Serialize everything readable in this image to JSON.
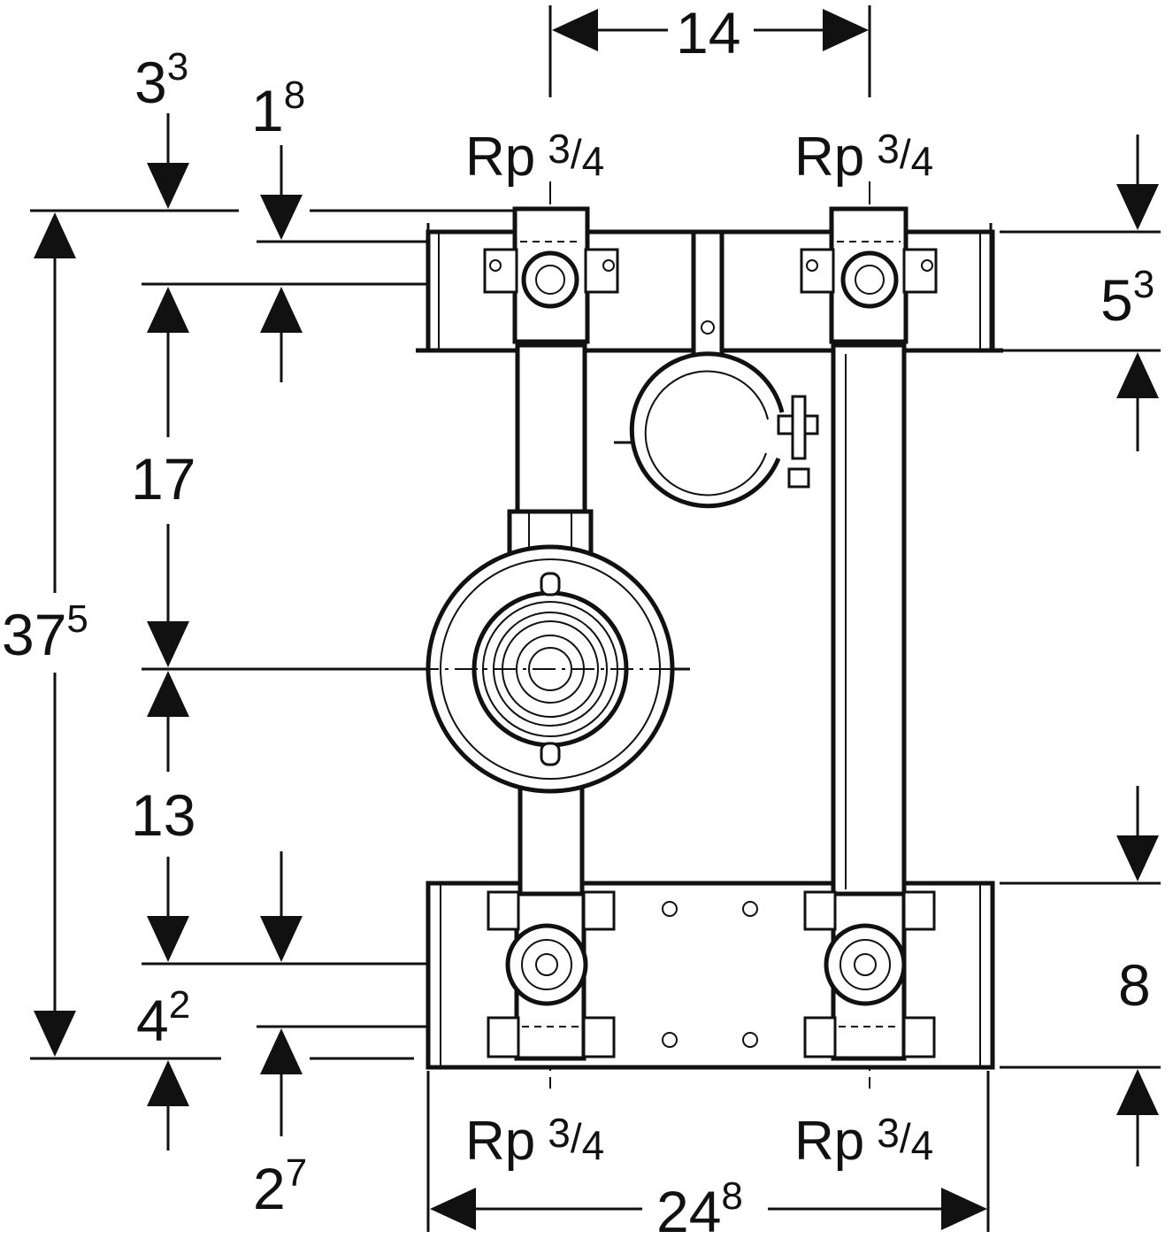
{
  "dimensions": {
    "top_width": {
      "main": "14",
      "sup": ""
    },
    "bottom_width": {
      "main": "24",
      "sup": "8"
    },
    "top_offset": {
      "main": "3",
      "sup": "3"
    },
    "top_inner_offset": {
      "main": "1",
      "sup": "8"
    },
    "total_height": {
      "main": "37",
      "sup": "5"
    },
    "upper_section": {
      "main": "17",
      "sup": ""
    },
    "lower_section": {
      "main": "13",
      "sup": ""
    },
    "bottom_offset": {
      "main": "4",
      "sup": "2"
    },
    "bottom_inner_offset": {
      "main": "2",
      "sup": "7"
    },
    "top_rail_height": {
      "main": "5",
      "sup": "3"
    },
    "bottom_rail_height": {
      "main": "8",
      "sup": ""
    }
  },
  "connections": {
    "top_left": {
      "prefix": "Rp",
      "num": "3",
      "den": "4"
    },
    "top_right": {
      "prefix": "Rp",
      "num": "3",
      "den": "4"
    },
    "bottom_left": {
      "prefix": "Rp",
      "num": "3",
      "den": "4"
    },
    "bottom_right": {
      "prefix": "Rp",
      "num": "3",
      "den": "4"
    }
  },
  "icons": [
    "valve-body",
    "pipe-clamp",
    "pipe-fitting",
    "mounting-rail"
  ]
}
